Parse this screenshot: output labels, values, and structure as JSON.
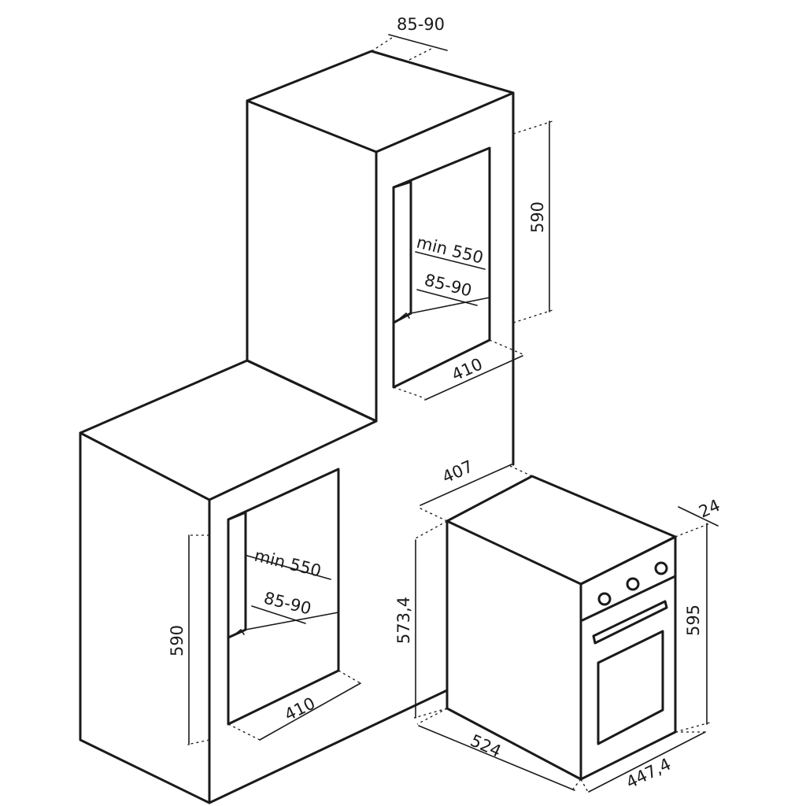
{
  "colors": {
    "stroke": "#1a1a1a",
    "background": "#ffffff"
  },
  "upper_cabinet": {
    "dims": {
      "top_depth": "85-90",
      "height": "590",
      "min_depth": "min 550",
      "inner_depth": "85-90",
      "bottom_width": "410"
    }
  },
  "lower_cabinet": {
    "dims": {
      "height": "590",
      "min_depth": "min 550",
      "inner_depth": "85-90",
      "bottom_width": "410"
    }
  },
  "oven": {
    "controls": [
      "knob-1",
      "knob-2",
      "knob-3"
    ],
    "dims": {
      "top_width": "407",
      "body_height": "573,4",
      "panel_depth": "24",
      "overall_height": "595",
      "depth": "524",
      "width": "447,4"
    }
  }
}
